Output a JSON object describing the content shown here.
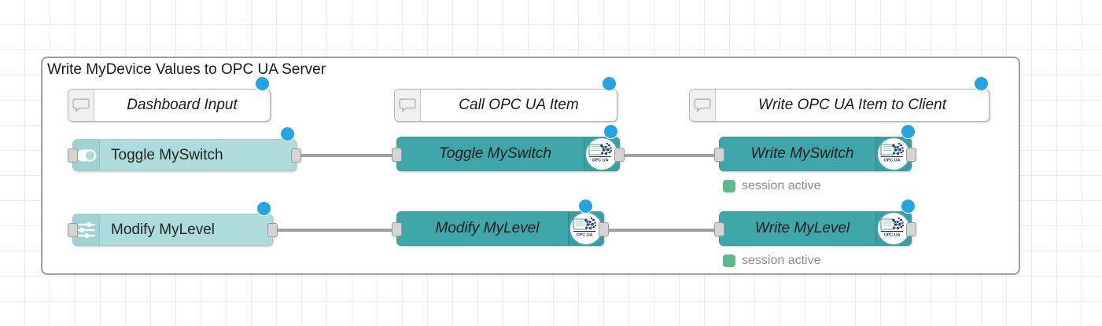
{
  "editor": {
    "name": "node-red-flow-canvas",
    "background": "#ffffff",
    "grid_color": "#e9e9e9",
    "grid_size": 32
  },
  "group": {
    "title": "Write MyDevice Values to OPC UA Server",
    "border_color": "#9d9d9d"
  },
  "colors": {
    "dashboard_node": "#aedbdb",
    "opcua_node": "#3fa6aa",
    "comment_node": "#ffffff",
    "blue_dot": "#22a5e2",
    "status_green": "#5cb98d",
    "wire": "#a0a0a0",
    "port": "#d4d4d4"
  },
  "comments": [
    {
      "label": "Dashboard Input",
      "icon": "speech-bubble-icon"
    },
    {
      "label": "Call OPC UA Item",
      "icon": "speech-bubble-icon"
    },
    {
      "label": "Write OPC UA Item to Client",
      "icon": "speech-bubble-icon"
    }
  ],
  "rows": [
    {
      "name": "myswitch-row",
      "input": {
        "label": "Toggle MySwitch",
        "icon": "toggle-switch-icon"
      },
      "call": {
        "label": "Toggle MySwitch",
        "icon": "opcua-logo-icon"
      },
      "write": {
        "label": "Write MySwitch",
        "icon": "opcua-logo-icon"
      },
      "status": "session active"
    },
    {
      "name": "mylevel-row",
      "input": {
        "label": "Modify MyLevel",
        "icon": "slider-icon"
      },
      "call": {
        "label": "Modify MyLevel",
        "icon": "opcua-logo-icon"
      },
      "write": {
        "label": "Write MyLevel",
        "icon": "opcua-logo-icon"
      },
      "status": "session active"
    }
  ]
}
